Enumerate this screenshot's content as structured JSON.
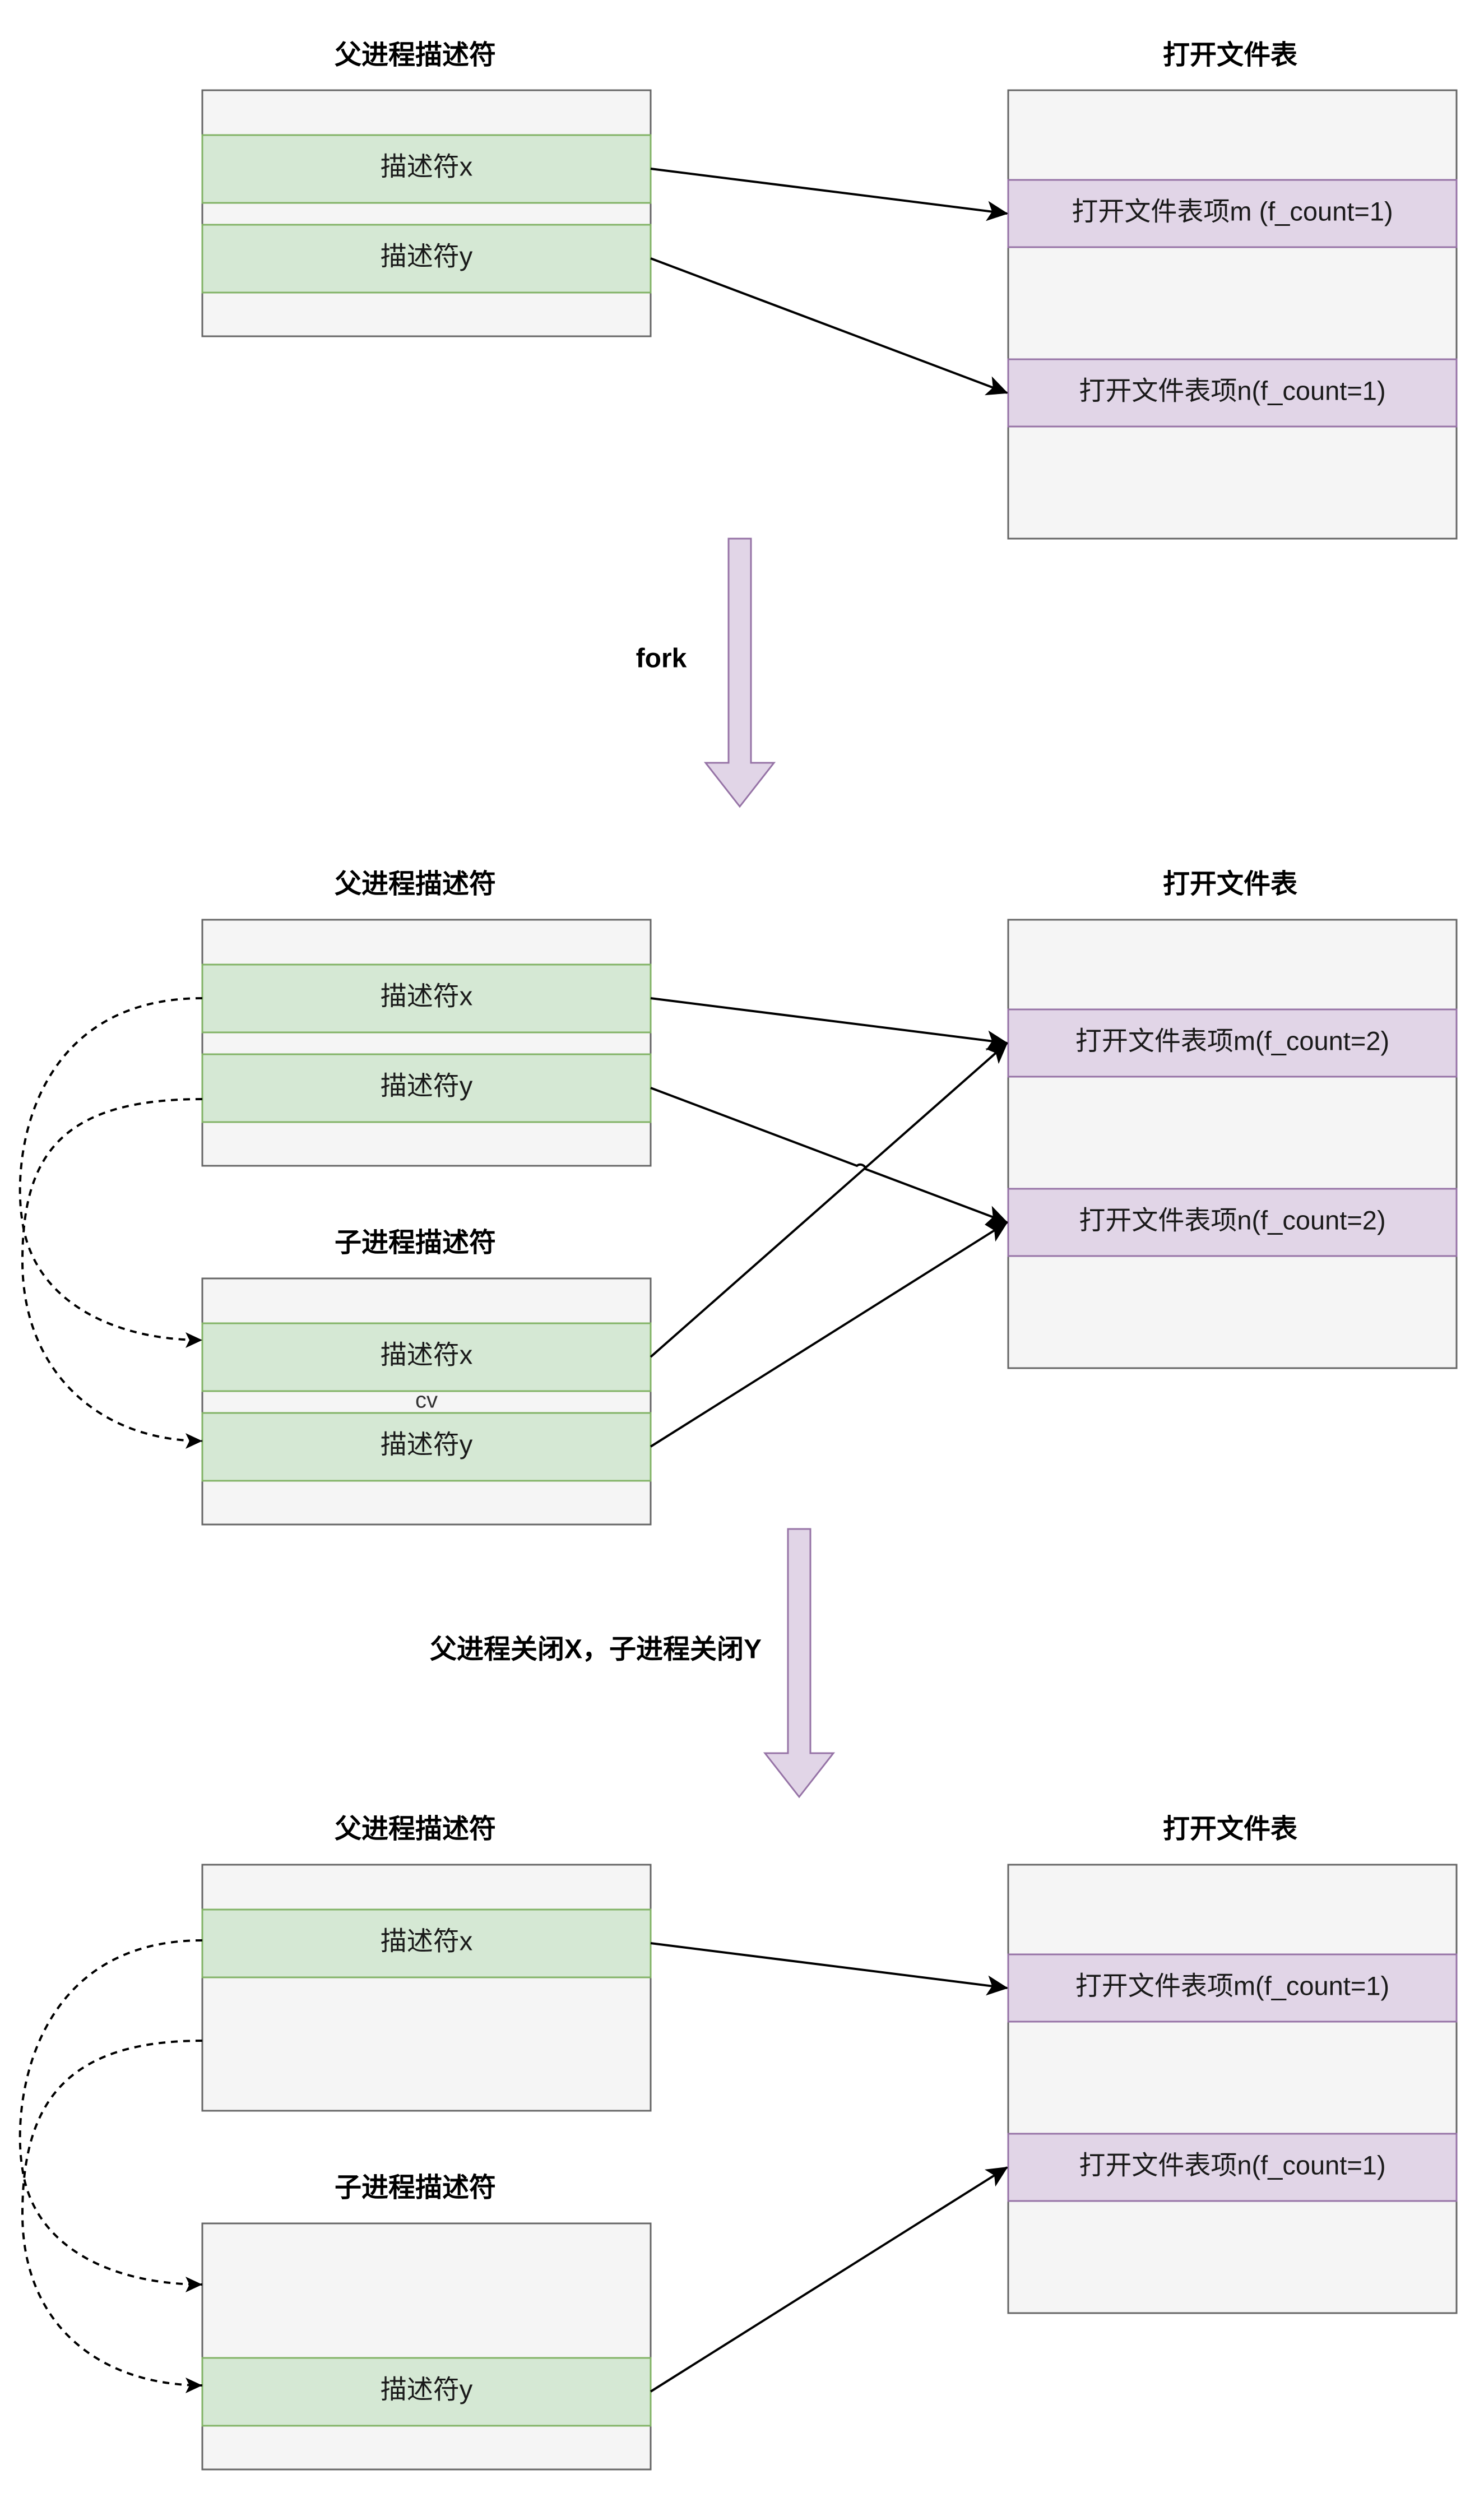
{
  "colors": {
    "table_fill": "#f5f5f5",
    "table_stroke": "#666666",
    "desc_fill": "#d5e8d4",
    "desc_stroke": "#82b366",
    "entry_fill": "#e1d5e7",
    "entry_stroke": "#9673a6",
    "arrow_fill": "#e1d5e7",
    "arrow_stroke": "#9673a6",
    "edge": "#000000"
  },
  "icons": {
    "solid_edge_head": "arrowhead-icon",
    "dashed_edge_head": "open-arrowhead-icon",
    "transition": "down-arrow-icon"
  },
  "stage1": {
    "parent_title": "父进程描述符",
    "file_table_title": "打开文件表",
    "desc_x": "描述符x",
    "desc_y": "描述符y",
    "entry_m": "打开文件表项m (f_count=1)",
    "entry_n": "打开文件表项n(f_count=1)"
  },
  "transition1": {
    "label": "fork"
  },
  "stage2": {
    "parent_title": "父进程描述符",
    "child_title": "子进程描述符",
    "file_table_title": "打开文件表",
    "parent_desc_x": "描述符x",
    "parent_desc_y": "描述符y",
    "child_desc_x": "描述符x",
    "child_desc_y": "描述符y",
    "child_gap_text": "cv",
    "entry_m": "打开文件表项m(f_count=2)",
    "entry_n": "打开文件表项n(f_count=2)"
  },
  "transition2": {
    "label": "父进程关闭X，子进程关闭Y"
  },
  "stage3": {
    "parent_title": "父进程描述符",
    "child_title": "子进程描述符",
    "file_table_title": "打开文件表",
    "parent_desc_x": "描述符x",
    "child_desc_y": "描述符y",
    "entry_m": "打开文件表项m(f_count=1)",
    "entry_n": "打开文件表项n(f_count=1)"
  }
}
